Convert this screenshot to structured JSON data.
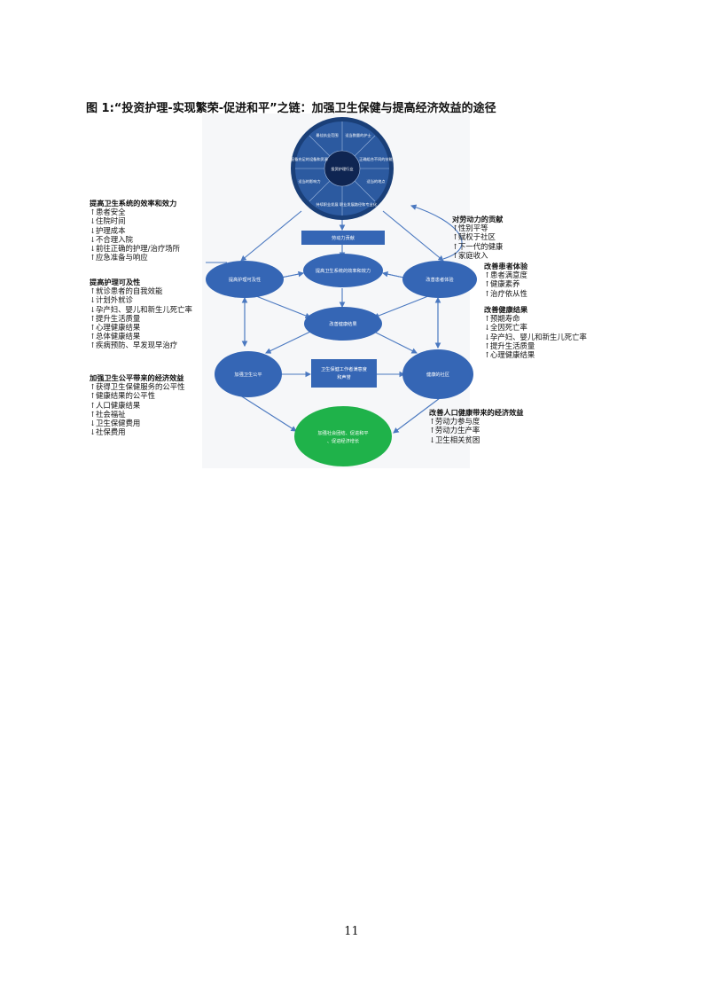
{
  "title": "图 1:“投资护理-实现繁荣-促进和平”之链：加强卫生保健与提高经济效益的途径",
  "page_number": "11",
  "colors": {
    "node_blue": "#3566b5",
    "wheel_outer": "#1a3f78",
    "wheel_ring": "#2c5aa0",
    "wheel_center": "#0f2552",
    "goal_green": "#1fb24a",
    "arrow": "#4a78c0"
  },
  "wheel": {
    "center": "投资护理行业",
    "segments": [
      "最佳执业范围",
      "适当数量的护士",
      "正确组合不同的技能",
      "适当的地点",
      "职业发展路径和专业化",
      "持续职业发展",
      "适当的影响力",
      "配备充足的设备和资源"
    ]
  },
  "nodes": {
    "labor_box": "劳动力贡献",
    "efficiency": "提高卫生系统的效率和效力",
    "access": "提高护理可及性",
    "patient": "改善患者体验",
    "outcomes": "改善健康结果",
    "equity": "加强卫生公平",
    "community": "健康的社区",
    "trust_box": [
      "卫生保健工作者满意度",
      "和声誉"
    ],
    "goal": [
      "加强社会团结、促进和平",
      "、促进经济增长"
    ]
  },
  "panels": {
    "efficiency": {
      "heading": "提高卫生系统的效率和效力",
      "items": [
        {
          "arrow": "↑",
          "text": "患者安全"
        },
        {
          "arrow": "↓",
          "text": "住院时间"
        },
        {
          "arrow": "↓",
          "text": "护理成本"
        },
        {
          "arrow": "↓",
          "text": "不合理入院"
        },
        {
          "arrow": "↓",
          "text": "前往正确的护理/治疗场所"
        },
        {
          "arrow": "↑",
          "text": "应急准备与响应"
        }
      ]
    },
    "access": {
      "heading": "提高护理可及性",
      "items": [
        {
          "arrow": "↑",
          "text": "就诊患者的自我效能"
        },
        {
          "arrow": "↓",
          "text": "计划外就诊"
        },
        {
          "arrow": "↓",
          "text": "孕产妇、婴儿和新生儿死亡率"
        },
        {
          "arrow": "↑",
          "text": "提升生活质量"
        },
        {
          "arrow": "↑",
          "text": "心理健康结果"
        },
        {
          "arrow": "↑",
          "text": "总体健康结果"
        },
        {
          "arrow": "↑",
          "text": "疾病预防、早发现早治疗"
        }
      ]
    },
    "equity": {
      "heading": "加强卫生公平带来的经济效益",
      "items": [
        {
          "arrow": "↑",
          "text": "获得卫生保健服务的公平性"
        },
        {
          "arrow": "↑",
          "text": "健康结果的公平性"
        },
        {
          "arrow": "↑",
          "text": "人口健康结果"
        },
        {
          "arrow": "↑",
          "text": "社会福祉"
        },
        {
          "arrow": "↓",
          "text": "卫生保健费用"
        },
        {
          "arrow": "↓",
          "text": "社保费用"
        }
      ]
    },
    "labor": {
      "heading": "对劳动力的贡献",
      "items": [
        {
          "arrow": "↑",
          "text": "性别平等"
        },
        {
          "arrow": "↑",
          "text": "赋权于社区"
        },
        {
          "arrow": "↑",
          "text": "下一代的健康"
        },
        {
          "arrow": "↑",
          "text": "家庭收入"
        }
      ]
    },
    "patient": {
      "heading": "改善患者体验",
      "items": [
        {
          "arrow": "↑",
          "text": "患者满意度"
        },
        {
          "arrow": "↑",
          "text": "健康素养"
        },
        {
          "arrow": "↑",
          "text": "治疗依从性"
        }
      ]
    },
    "outcomes": {
      "heading": "改善健康结果",
      "items": [
        {
          "arrow": "↑",
          "text": "预期寿命"
        },
        {
          "arrow": "↓",
          "text": "全因死亡率"
        },
        {
          "arrow": "↓",
          "text": "孕产妇、婴儿和新生儿死亡率"
        },
        {
          "arrow": "↑",
          "text": "提升生活质量"
        },
        {
          "arrow": "↑",
          "text": "心理健康结果"
        }
      ]
    },
    "population": {
      "heading": "改善人口健康带来的经济效益",
      "items": [
        {
          "arrow": "↑",
          "text": "劳动力参与度"
        },
        {
          "arrow": "↑",
          "text": "劳动力生产率"
        },
        {
          "arrow": "↓",
          "text": "卫生相关贫困"
        }
      ]
    }
  }
}
